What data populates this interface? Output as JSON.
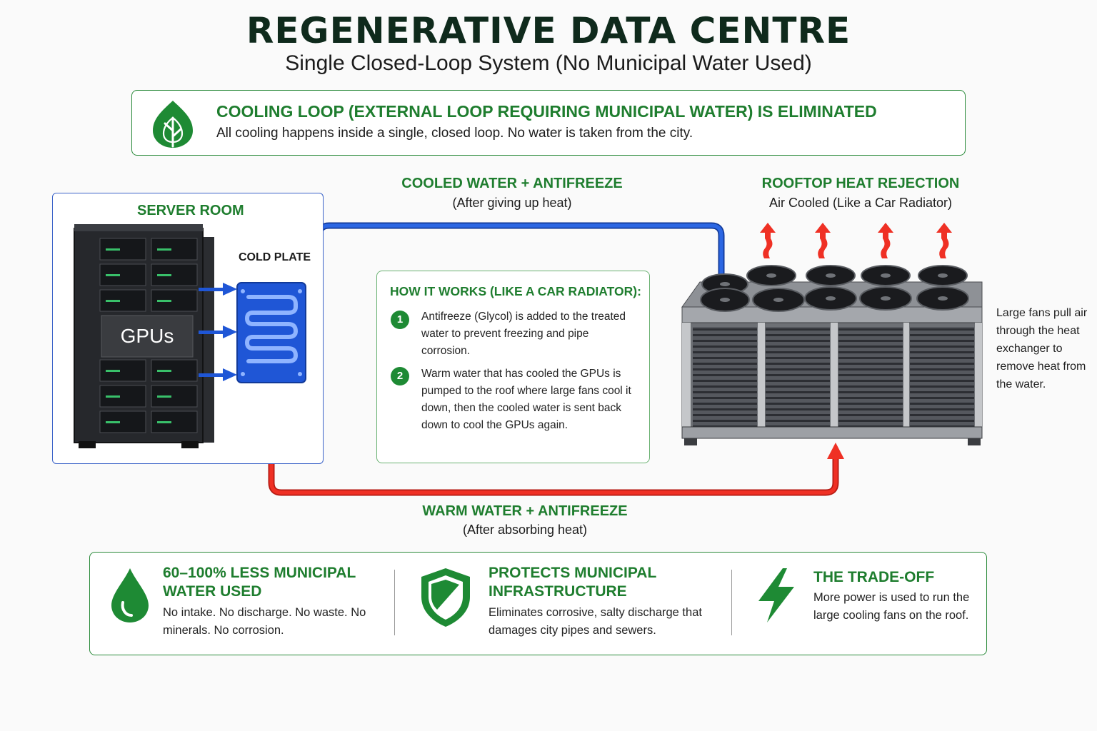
{
  "header": {
    "title": "REGENERATIVE DATA CENTRE",
    "subtitle": "Single Closed-Loop System (No Municipal Water Used)"
  },
  "banner": {
    "icon": "leaf-icon",
    "heading": "COOLING LOOP (EXTERNAL LOOP REQUIRING MUNICIPAL WATER) IS ELIMINATED",
    "text": "All cooling happens inside a single, closed loop. No water is taken from the city."
  },
  "server_room": {
    "title": "SERVER ROOM",
    "rack_label": "GPUs",
    "cold_plate_label": "COLD PLATE"
  },
  "loop": {
    "cool_label": "COOLED WATER + ANTIFREEZE",
    "cool_sub": "(After giving up heat)",
    "warm_label": "WARM WATER + ANTIFREEZE",
    "warm_sub": "(After absorbing heat)",
    "cool_color": "#1f56d6",
    "warm_color": "#e8281e"
  },
  "rooftop": {
    "title": "ROOFTOP HEAT REJECTION",
    "subtitle": "Air Cooled (Like a Car Radiator)",
    "note": "Large fans pull air through the heat exchanger to remove heat from the water."
  },
  "how_it_works": {
    "title": "HOW IT WORKS (LIKE A CAR RADIATOR):",
    "steps": [
      {
        "num": "1",
        "text": "Antifreeze (Glycol) is added to the treated water to prevent freezing and pipe corrosion."
      },
      {
        "num": "2",
        "text": "Warm water that has cooled the GPUs is pumped to the roof where large fans cool it down, then the cooled water is sent back down to cool the GPUs again."
      }
    ]
  },
  "benefits": [
    {
      "icon": "water-drop-icon",
      "heading": "60–100% LESS MUNICIPAL WATER USED",
      "text": "No intake. No discharge. No waste. No minerals. No corrosion."
    },
    {
      "icon": "shield-icon",
      "heading": "PROTECTS MUNICIPAL INFRASTRUCTURE",
      "text": "Eliminates corrosive, salty discharge that damages city pipes and sewers."
    },
    {
      "icon": "lightning-icon",
      "heading": "THE TRADE-OFF",
      "text": "More power is used to run the large cooling fans on the roof."
    }
  ],
  "colors": {
    "accent_green": "#1e7d2e",
    "box_blue": "#3b63c8"
  }
}
